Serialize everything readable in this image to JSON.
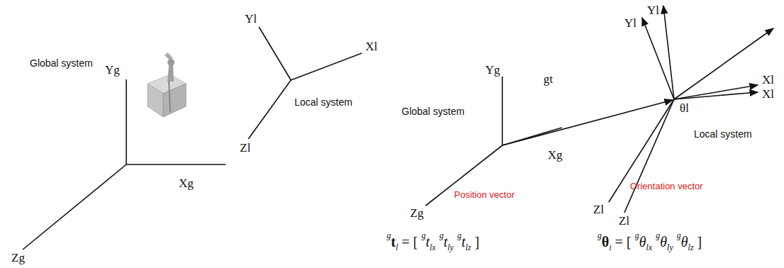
{
  "diagram": {
    "labels": [
      "Global system",
      "Yg",
      "Xg",
      "Zg",
      "Yl",
      "Xl",
      "Zl",
      "Local system",
      "Yg",
      "Global system",
      "gt",
      "Xg",
      "Zg",
      "Yl",
      "Yl",
      "θl",
      "Xl",
      "Xl",
      "Zl",
      "Zl",
      "Local system",
      "Position vector",
      "Orientation vector",
      "g",
      "t",
      "l",
      "=",
      "[",
      "g",
      "t",
      "lx",
      "g",
      "t",
      "ly",
      "g",
      "t",
      "lz",
      "]",
      "g",
      "θ",
      "i",
      "=",
      "[",
      "g",
      "θ",
      "lx",
      "g",
      "θ",
      "ly",
      "g",
      "θ",
      "lz",
      "]"
    ]
  }
}
